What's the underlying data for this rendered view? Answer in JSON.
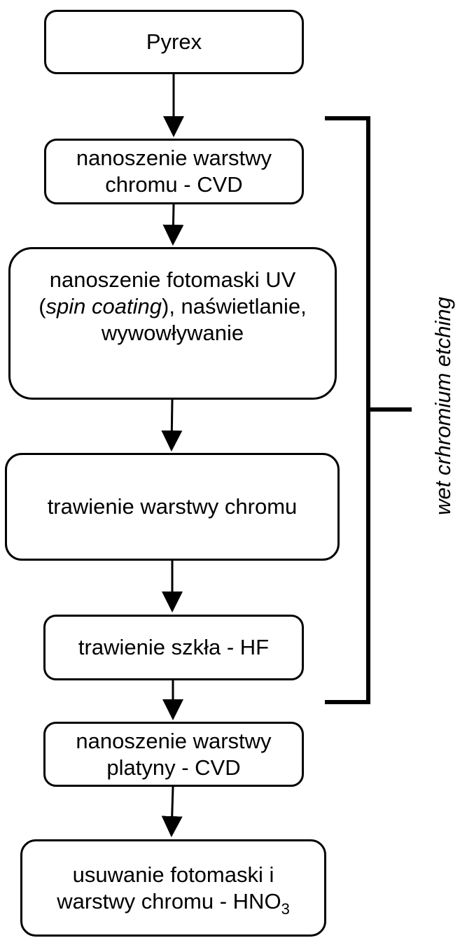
{
  "steps": [
    {
      "id": "pyrex",
      "lines": [
        "Pyrex"
      ]
    },
    {
      "id": "chrome-cvd",
      "lines": [
        "nanoszenie warstwy",
        "chromu - CVD"
      ]
    },
    {
      "id": "photomask",
      "line1": "nanoszenie fotomaski UV",
      "line2_open": "(",
      "line2_italic": "spin coating",
      "line2_rest": "), naświetlanie,",
      "line3": "wywowływanie"
    },
    {
      "id": "chrome-etch",
      "lines": [
        "trawienie warstwy chromu"
      ]
    },
    {
      "id": "glass-etch",
      "lines": [
        "trawienie szkła - HF"
      ]
    },
    {
      "id": "platinum-cvd",
      "lines": [
        "nanoszenie warstwy",
        "platyny - CVD"
      ]
    },
    {
      "id": "removal",
      "line1": "usuwanie fotomaski i",
      "line2_main": "warstwy chromu - HNO",
      "line2_sub": "3"
    }
  ],
  "bracket_label": "wet crhromium etching"
}
